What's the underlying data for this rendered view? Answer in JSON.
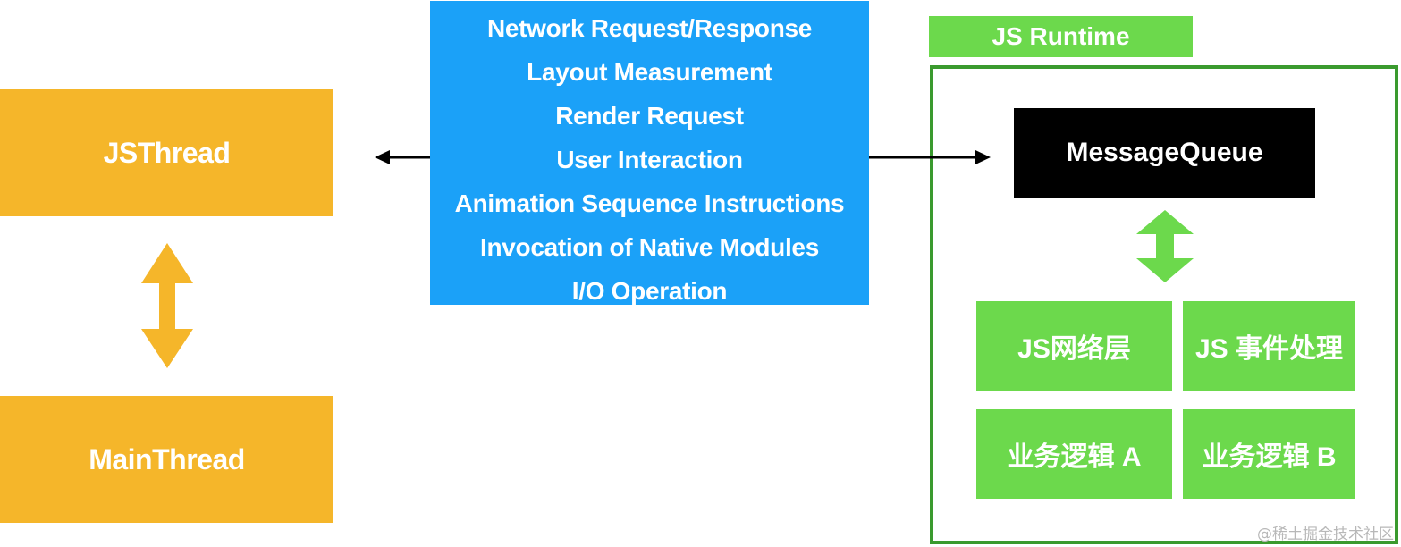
{
  "threads": {
    "js_thread": "JSThread",
    "main_thread": "MainThread"
  },
  "message_types": [
    "Network Request/Response",
    "Layout Measurement",
    "Render Request",
    "User Interaction",
    "Animation Sequence Instructions",
    "Invocation of Native Modules",
    "I/O Operation"
  ],
  "runtime": {
    "label": "JS Runtime",
    "queue": "MessageQueue",
    "modules": {
      "network": "JS网络层",
      "events": "JS 事件处理",
      "biz_a": "业务逻辑 A",
      "biz_b": "业务逻辑 B"
    }
  },
  "watermark": "@稀土掘金技术社区",
  "colors": {
    "thread": "#f5b62a",
    "messages": "#1ba1f8",
    "runtime_green": "#6cd94c",
    "runtime_border": "#3a9a2e",
    "queue": "#000000"
  }
}
